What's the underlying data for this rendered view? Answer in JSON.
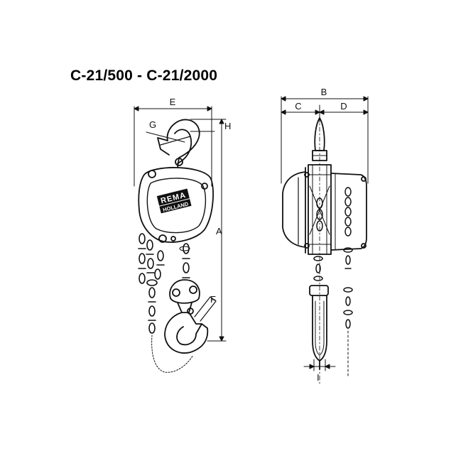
{
  "title": "C-21/500 - C-21/2000",
  "brand": {
    "line1": "REMA",
    "line2": "HOLLAND"
  },
  "dimensions": {
    "A": "A",
    "B": "B",
    "C": "C",
    "D": "D",
    "E": "E",
    "F": "F",
    "G": "G",
    "H": "H",
    "I": "I"
  }
}
